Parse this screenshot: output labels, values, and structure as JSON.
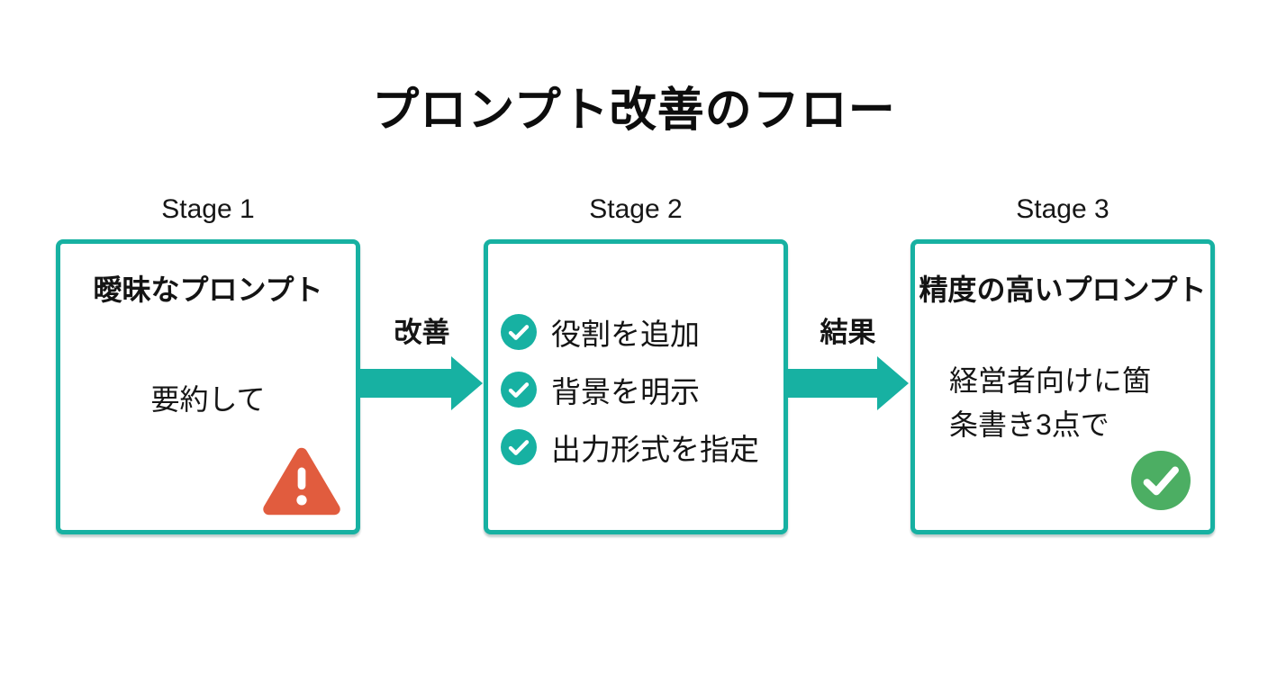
{
  "title": "プロンプト改善のフロー",
  "colors": {
    "teal": "#17b1a2",
    "warning": "#e15c3e",
    "success": "#4cae63",
    "ink": "#111111"
  },
  "stages": [
    {
      "label": "Stage 1",
      "heading": "曖昧なプロンプト",
      "body": "要約して",
      "icon": "warning-triangle"
    },
    {
      "label": "Stage 2",
      "items": [
        "役割を追加",
        "背景を明示",
        "出力形式を指定"
      ],
      "icon": "check-circle-teal"
    },
    {
      "label": "Stage 3",
      "heading": "精度の高いプロンプト",
      "body": "経営者向けに箇条書き3点で",
      "icon": "check-circle-green"
    }
  ],
  "arrows": [
    {
      "label": "改善"
    },
    {
      "label": "結果"
    }
  ]
}
